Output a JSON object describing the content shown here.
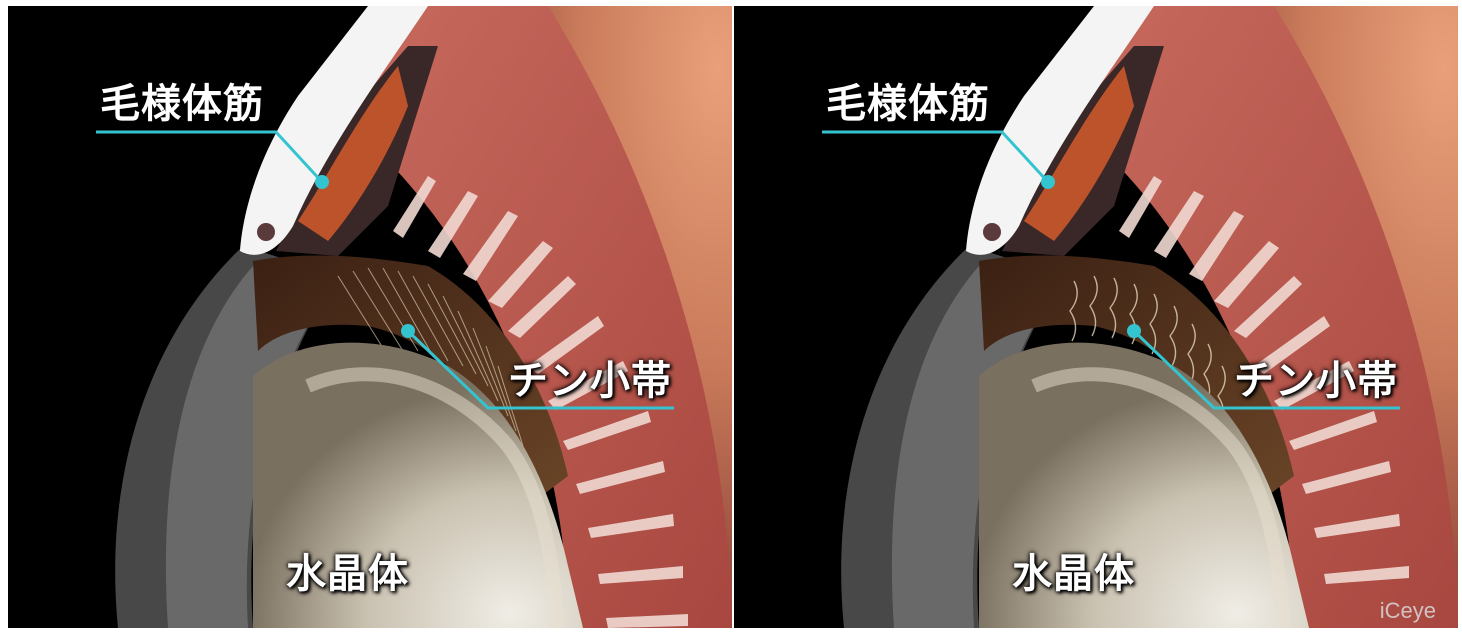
{
  "colors": {
    "pointer_line": "#33c4d0",
    "background": "#000000",
    "label_text": "#ffffff"
  },
  "labels": {
    "ciliary_muscle": "毛様体筋",
    "zonule": "チン小帯",
    "lens": "水晶体"
  },
  "watermark": "iCeye",
  "panels": [
    {
      "id": "left",
      "state": "relaxed"
    },
    {
      "id": "right",
      "state": "contracted"
    }
  ]
}
